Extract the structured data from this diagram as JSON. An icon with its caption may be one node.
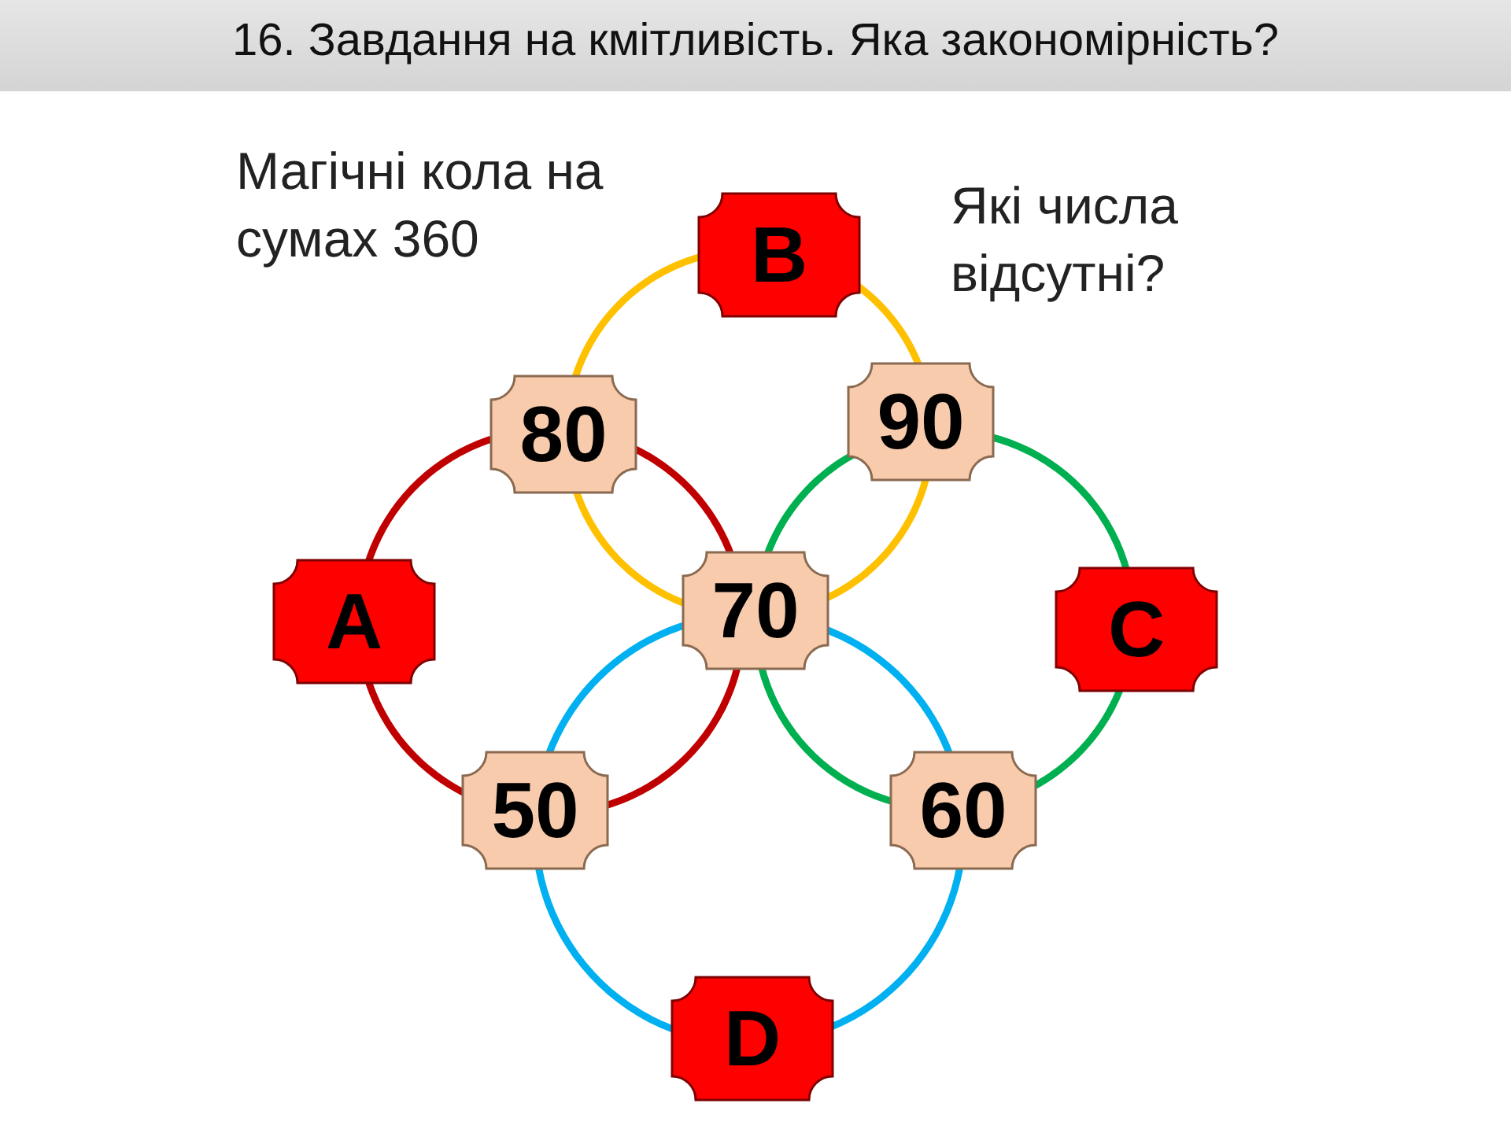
{
  "diagram": {
    "title": "16. Завдання на кмітливість. Яка закономірність?",
    "nodes": [
      {
        "text": [
          "B"
        ]
      },
      {
        "text": [
          "80"
        ]
      },
      {
        "text": [
          "90"
        ]
      },
      {
        "text": [
          "A"
        ]
      },
      {
        "text": [
          "70"
        ]
      },
      {
        "text": [
          "C"
        ]
      },
      {
        "text": [
          "50"
        ]
      },
      {
        "text": [
          "60"
        ]
      },
      {
        "text": [
          "D"
        ]
      }
    ],
    "edges": [
      {
        "from": 0,
        "to": 2,
        "arrow": "none",
        "color": "#ffc000"
      },
      {
        "from": 2,
        "to": 4,
        "arrow": "none",
        "color": "#ffc000"
      },
      {
        "from": 4,
        "to": 1,
        "arrow": "none",
        "color": "#ffc000"
      },
      {
        "from": 1,
        "to": 0,
        "arrow": "none",
        "color": "#ffc000"
      },
      {
        "from": 1,
        "to": 4,
        "arrow": "none",
        "color": "#c00000"
      },
      {
        "from": 4,
        "to": 6,
        "arrow": "none",
        "color": "#c00000"
      },
      {
        "from": 6,
        "to": 3,
        "arrow": "none",
        "color": "#c00000"
      },
      {
        "from": 3,
        "to": 1,
        "arrow": "none",
        "color": "#c00000"
      },
      {
        "from": 2,
        "to": 5,
        "arrow": "none",
        "color": "#00b050"
      },
      {
        "from": 5,
        "to": 7,
        "arrow": "none",
        "color": "#00b050"
      },
      {
        "from": 7,
        "to": 4,
        "arrow": "none",
        "color": "#00b050"
      },
      {
        "from": 4,
        "to": 2,
        "arrow": "none",
        "color": "#00b050"
      },
      {
        "from": 4,
        "to": 7,
        "arrow": "none",
        "color": "#00b0f0"
      },
      {
        "from": 7,
        "to": 8,
        "arrow": "none",
        "color": "#00b0f0"
      },
      {
        "from": 8,
        "to": 6,
        "arrow": "none",
        "color": "#00b0f0"
      },
      {
        "from": 6,
        "to": 4,
        "arrow": "none",
        "color": "#00b0f0"
      }
    ],
    "labels": [
      "Магічні кола на сумах 360",
      "Які числа відсутні?"
    ]
  }
}
